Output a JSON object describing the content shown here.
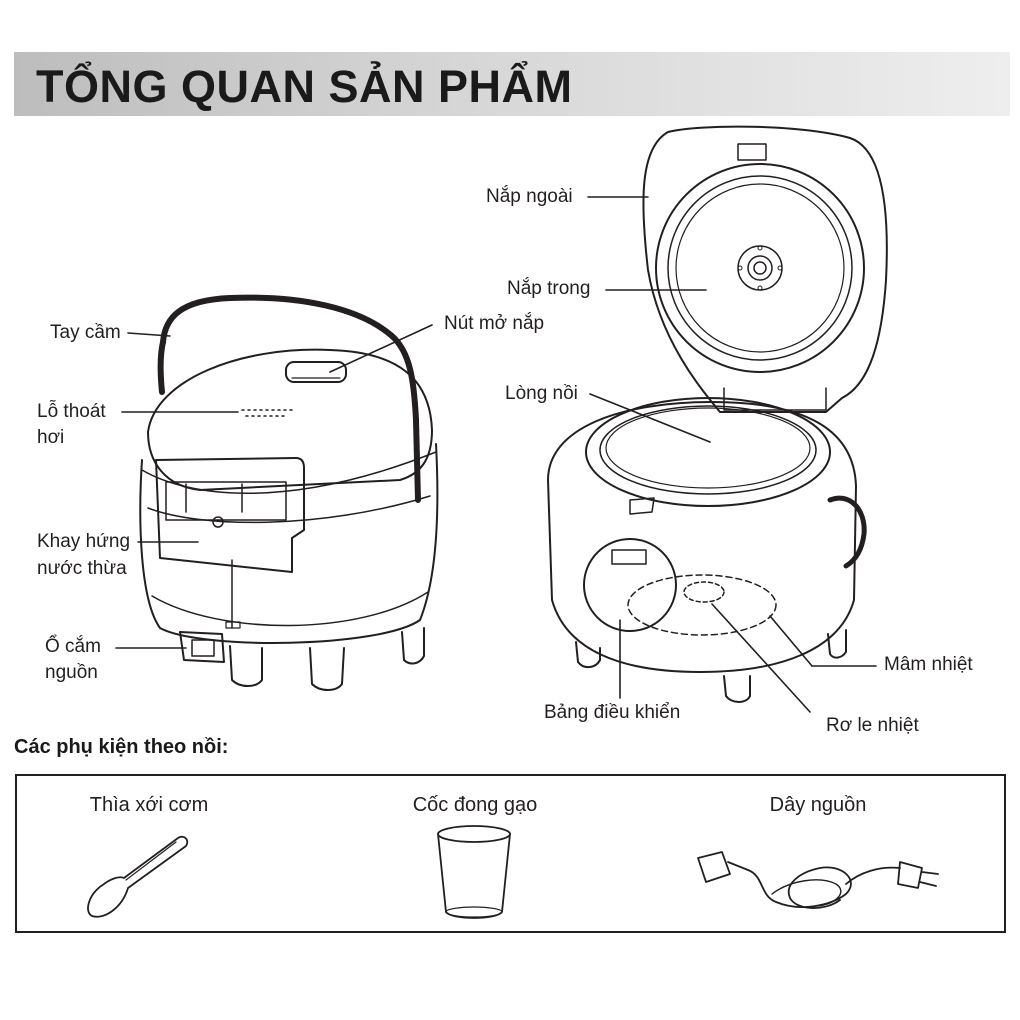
{
  "header": {
    "title": "TỔNG QUAN SẢN PHẨM"
  },
  "labels": {
    "tay_cam": "Tay cầm",
    "lo_thoat_1": "Lỗ thoát",
    "lo_thoat_2": "hơi",
    "khay_1": "Khay hứng",
    "khay_2": "nước thừa",
    "o_cam_1": "Ổ cắm",
    "o_cam_2": "nguồn",
    "nut_mo_nap": "Nút mở nắp",
    "nap_ngoai": "Nắp ngoài",
    "nap_trong": "Nắp trong",
    "long_noi": "Lòng nồi",
    "mam_nhiet": "Mâm nhiệt",
    "bang_dieu_khien": "Bảng điều khiển",
    "ro_le_nhiet": "Rơ le nhiệt"
  },
  "accessories": {
    "heading": "Các phụ kiện theo nồi:",
    "items": [
      {
        "label": "Thìa xới cơm",
        "icon": "rice-spoon-icon"
      },
      {
        "label": "Cốc đong gạo",
        "icon": "measuring-cup-icon"
      },
      {
        "label": "Dây nguồn",
        "icon": "power-cord-icon"
      }
    ]
  },
  "colors": {
    "line": "#231f20",
    "banner": "#d0d0d0"
  }
}
